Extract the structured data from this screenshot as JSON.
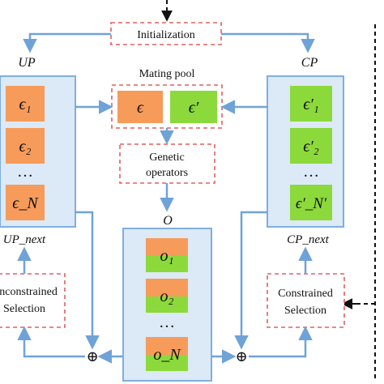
{
  "initialization": {
    "label": "Initialization"
  },
  "up": {
    "title": "UP",
    "items": [
      "ϵ₁",
      "ϵ₂",
      "…",
      "ϵ_N"
    ],
    "next_label": "UP_next"
  },
  "cp": {
    "title": "CP",
    "items": [
      "ϵ′₁",
      "ϵ′₂",
      "…",
      "ϵ′_N′"
    ],
    "next_label": "CP_next"
  },
  "mating_pool": {
    "title": "Mating pool",
    "left": "ϵ",
    "right": "ϵ′"
  },
  "genetic_operators": {
    "line1": "Genetic",
    "line2": "operators"
  },
  "offspring": {
    "title": "O",
    "items": [
      "o₁",
      "o₂",
      "…",
      "o_N"
    ]
  },
  "unconstrained_selection": {
    "line1": "Unconstrained",
    "line2": "Selection"
  },
  "constrained_selection": {
    "line1": "Constrained",
    "line2": "Selection"
  },
  "merge_symbol": "⊕",
  "colors": {
    "orange": "#F79B5B",
    "green": "#8CD93C",
    "panel_fill": "#DCE9F6",
    "panel_stroke": "#7FAFDF",
    "dashed_red": "#E06060",
    "arrow": "#6FA3D8"
  }
}
